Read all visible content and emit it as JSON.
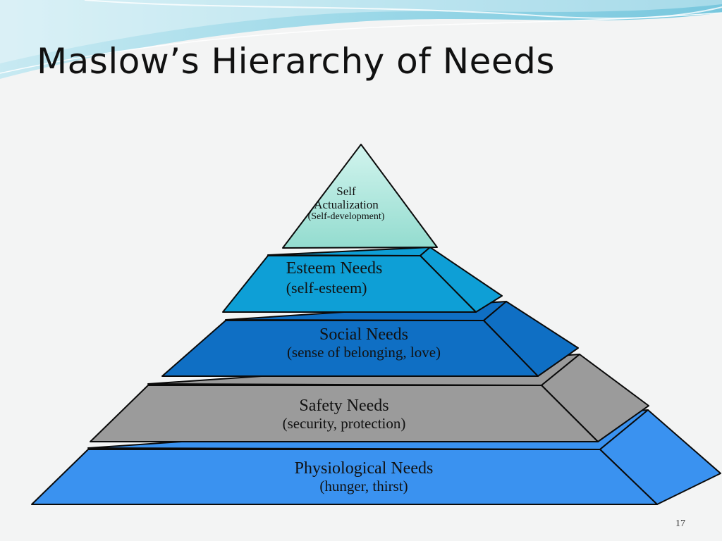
{
  "slide": {
    "title": "Maslow’s Hierarchy of Needs",
    "page_number": "17"
  },
  "colors": {
    "background": "#f3f4f4",
    "wave": "#8fd3e6",
    "self_actualization": "#a8e6db",
    "esteem": "#0e9fd6",
    "social": "#0f6fc4",
    "safety": "#9b9b9b",
    "physiological": "#3a92f0",
    "outline": "#0a0a0a"
  },
  "pyramid": {
    "levels": [
      {
        "key": "self_actualization",
        "title_lines": [
          "Self",
          "Actualization"
        ],
        "subtitle": "(Self-development)"
      },
      {
        "key": "esteem",
        "title": "Esteem Needs",
        "subtitle": "(self-esteem)"
      },
      {
        "key": "social",
        "title": "Social Needs",
        "subtitle": "(sense of belonging, love)"
      },
      {
        "key": "safety",
        "title": "Safety Needs",
        "subtitle": "(security, protection)"
      },
      {
        "key": "physiological",
        "title": "Physiological Needs",
        "subtitle": "(hunger, thirst)"
      }
    ]
  }
}
